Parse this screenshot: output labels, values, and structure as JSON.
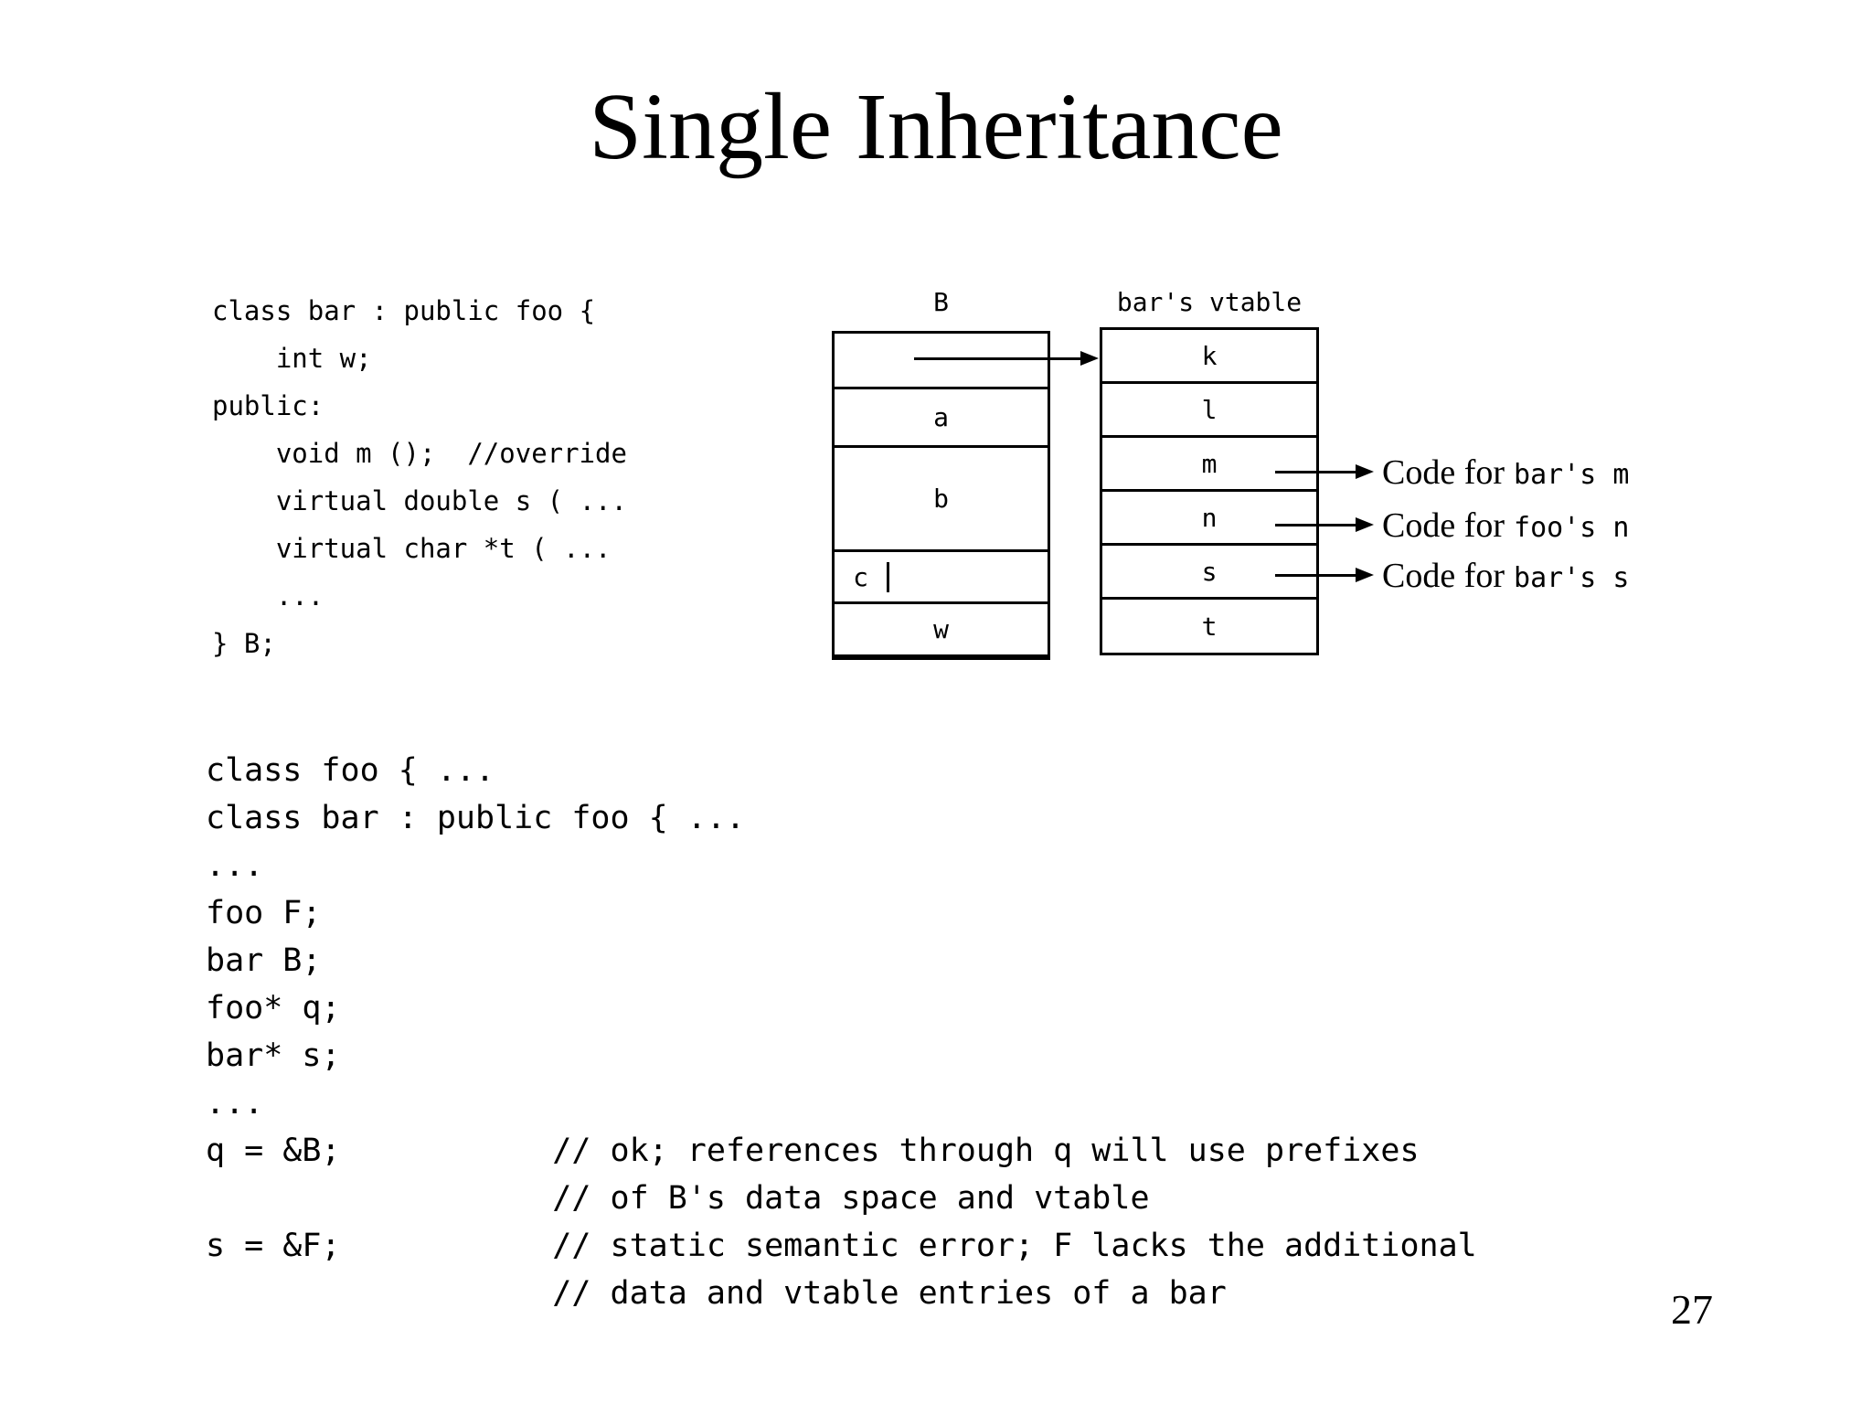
{
  "title": "Single Inheritance",
  "page_number": "27",
  "colors": {
    "ink": "#000000",
    "shaded_cell": "#c8c8c8"
  },
  "code_block_1": {
    "lines": [
      "class bar : public foo {",
      "    int w;",
      "public:",
      "    void m ();  //override",
      "    virtual double s ( ...",
      "    virtual char *t ( ...",
      "    ...",
      "} B;"
    ]
  },
  "diagram": {
    "object_label": "B",
    "vtable_label": "bar's vtable",
    "object_rows": {
      "vptr": "",
      "a": "a",
      "b": "b",
      "c": "c",
      "w": "w"
    },
    "vtable_rows": [
      "k",
      "l",
      "m",
      "n",
      "s",
      "t"
    ],
    "code_labels": [
      {
        "prefix": "Code for",
        "target": "bar's m"
      },
      {
        "prefix": "Code for",
        "target": "foo's n"
      },
      {
        "prefix": "Code for",
        "target": "bar's s"
      }
    ]
  },
  "code_block_2": {
    "lines": [
      "class foo { ...",
      "class bar : public foo { ...",
      "...",
      "foo F;",
      "bar B;",
      "foo* q;",
      "bar* s;",
      "...",
      "q = &B;           // ok; references through q will use prefixes",
      "                  // of B's data space and vtable",
      "s = &F;           // static semantic error; F lacks the additional",
      "                  // data and vtable entries of a bar"
    ]
  }
}
